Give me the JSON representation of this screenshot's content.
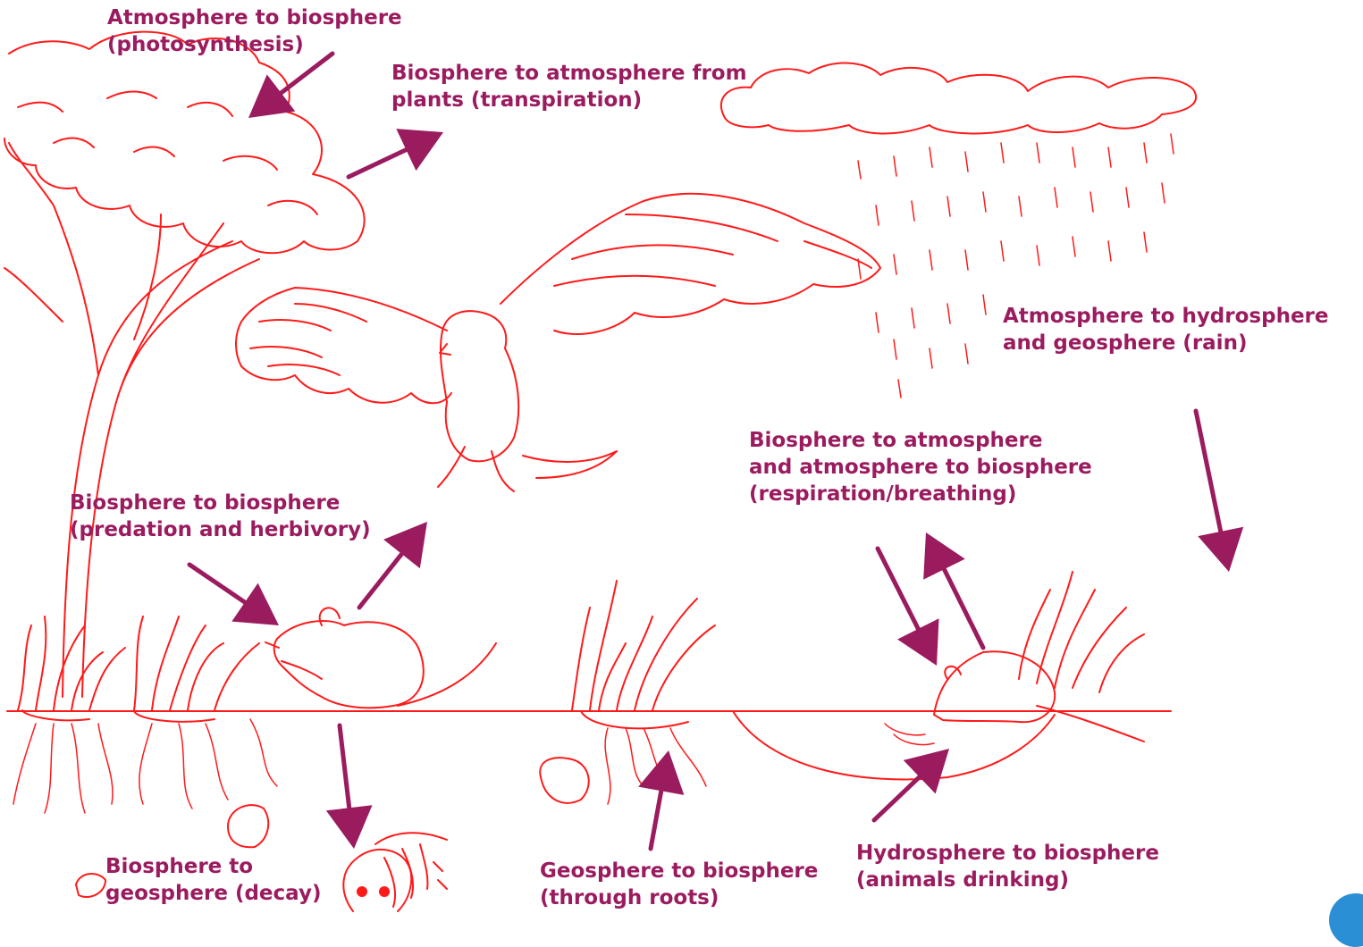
{
  "colors": {
    "label": "#9b1b5f",
    "arrow": "#9b1b5f",
    "sketch": "#ff1a1a",
    "badge": "#2a8fd4",
    "skull_eye": "#ff1a1a"
  },
  "labels": {
    "photosynthesis": [
      "Atmosphere to biosphere",
      "(photosynthesis)"
    ],
    "transpiration": [
      "Biosphere to atmosphere from",
      "plants (transpiration)"
    ],
    "rain": [
      "Atmosphere to hydrosphere",
      "and geosphere (rain)"
    ],
    "respiration": [
      "Biosphere to atmosphere",
      "and atmosphere to biosphere",
      "(respiration/breathing)"
    ],
    "predation": [
      "Biosphere to biosphere",
      "(predation and herbivory)"
    ],
    "decay": [
      "Biosphere to",
      "geosphere (decay)"
    ],
    "roots": [
      "Geosphere to biosphere",
      "(through roots)"
    ],
    "drinking": [
      "Hydrosphere to biosphere",
      "(animals drinking)"
    ]
  },
  "illustrations": [
    "tree",
    "rain-cloud",
    "eagle",
    "mouse",
    "grass-tufts",
    "rat-drinking",
    "skeleton",
    "rocks",
    "pond"
  ]
}
